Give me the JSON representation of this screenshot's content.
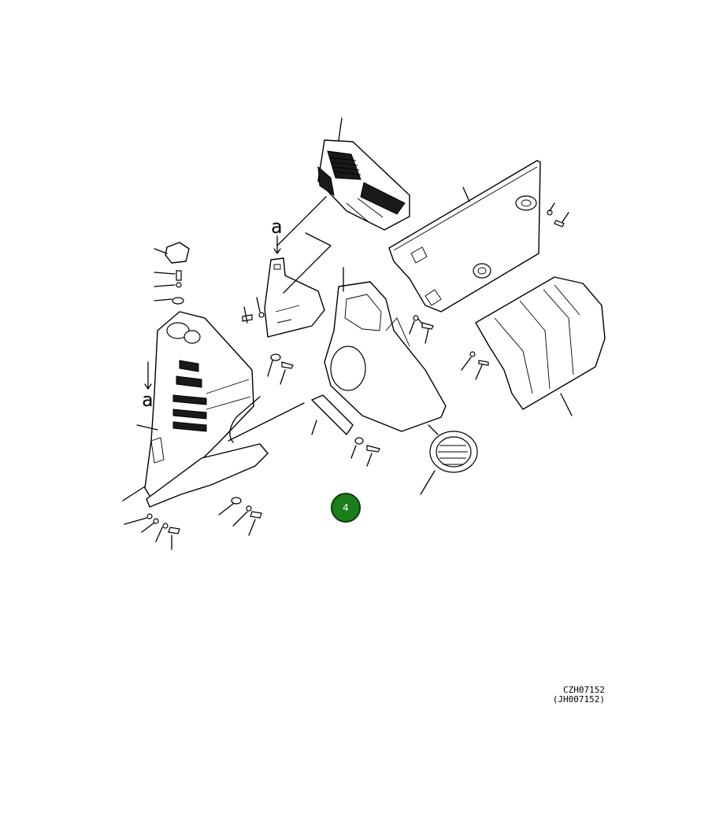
{
  "diagram": {
    "view_labels": [
      "a",
      "a"
    ],
    "step_badge": {
      "number": "4",
      "color": "#1a7f1a"
    },
    "drawing_codes": [
      "CZH07152",
      "(JH007152)"
    ]
  }
}
